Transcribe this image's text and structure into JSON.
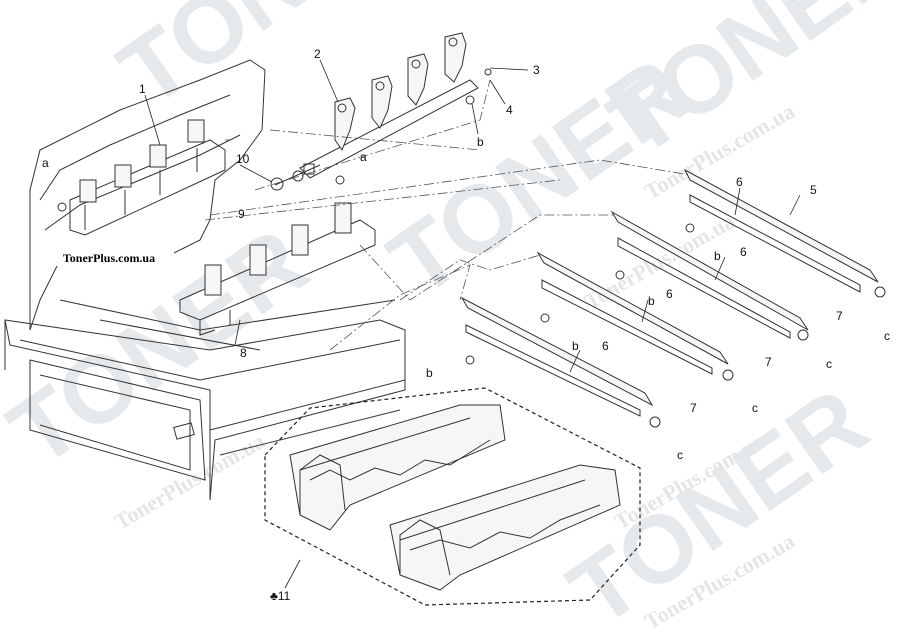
{
  "diagram": {
    "watermark_text": "TONER",
    "watermark_site": "TonerPlus.com.ua",
    "site_label": "TonerPlus.com.ua",
    "callouts": {
      "c1": "1",
      "c2": "2",
      "c3": "3",
      "c4": "4",
      "c5": "5",
      "c6a": "6",
      "c6b": "6",
      "c6c": "6",
      "c6d": "6",
      "c7a": "7",
      "c7b": "7",
      "c7c": "7",
      "c8": "8",
      "c9": "9",
      "c10": "10",
      "c11": "♣11"
    },
    "letters": {
      "a1": "a",
      "a2": "a",
      "b1": "b",
      "b2": "b",
      "b3": "b",
      "b4": "b",
      "b5": "b",
      "c1": "c",
      "c2": "c",
      "c3": "c",
      "c4": "c"
    }
  }
}
